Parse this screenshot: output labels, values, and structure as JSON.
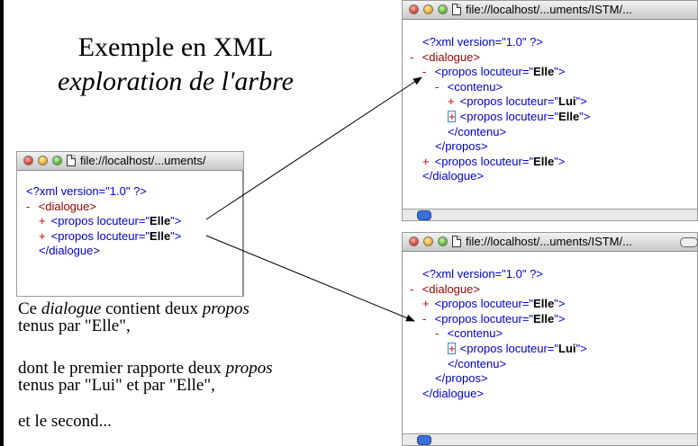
{
  "title": {
    "line1": "Exemple en XML",
    "line2": "exploration de l'arbre"
  },
  "windows": {
    "small": {
      "url": "file://localhost/...uments/",
      "lines": [
        {
          "indent": 0,
          "kind": "pi",
          "text": "<?xml version=\"1.0\" ?>"
        },
        {
          "indent": 0,
          "kind": "open",
          "toggle": "-",
          "text": "<dialogue>"
        },
        {
          "indent": 1,
          "kind": "tag",
          "toggle": "+",
          "pre": "<propos locuteur=\"",
          "val": "Elle",
          "post": "\">"
        },
        {
          "indent": 1,
          "kind": "tag",
          "toggle": "+",
          "pre": "<propos locuteur=\"",
          "val": "Elle",
          "post": "\">"
        },
        {
          "indent": 1,
          "kind": "close",
          "text": "</dialogue>"
        }
      ]
    },
    "top": {
      "url": "file://localhost/...uments/ISTM/...",
      "lines": [
        {
          "indent": 1,
          "kind": "pi",
          "text": "<?xml version=\"1.0\" ?>"
        },
        {
          "indent": 0,
          "kind": "open",
          "toggle": "-",
          "text": "<dialogue>"
        },
        {
          "indent": 1,
          "kind": "tag",
          "toggle": "-",
          "pre": "<propos locuteur=\"",
          "val": "Elle",
          "post": "\">"
        },
        {
          "indent": 2,
          "kind": "open",
          "toggle": "-",
          "text": "<contenu>"
        },
        {
          "indent": 3,
          "kind": "tag",
          "toggle": "+",
          "pre": "<propos locuteur=\"",
          "val": "Lui",
          "post": "\">"
        },
        {
          "indent": 3,
          "kind": "tag",
          "toggle": "+box",
          "pre": "<propos locuteur=\"",
          "val": "Elle",
          "post": "\">"
        },
        {
          "indent": 3,
          "kind": "close",
          "text": "</contenu>"
        },
        {
          "indent": 2,
          "kind": "close",
          "text": "</propos>"
        },
        {
          "indent": 1,
          "kind": "tag",
          "toggle": "+",
          "pre": "<propos locuteur=\"",
          "val": "Elle",
          "post": "\">"
        },
        {
          "indent": 1,
          "kind": "close",
          "text": "</dialogue>"
        }
      ]
    },
    "bottom": {
      "url": "file://localhost/...uments/ISTM/...",
      "lines": [
        {
          "indent": 1,
          "kind": "pi",
          "text": "<?xml version=\"1.0\" ?>"
        },
        {
          "indent": 0,
          "kind": "open",
          "toggle": "-",
          "text": "<dialogue>"
        },
        {
          "indent": 1,
          "kind": "tag",
          "toggle": "+",
          "pre": "<propos locuteur=\"",
          "val": "Elle",
          "post": "\">"
        },
        {
          "indent": 1,
          "kind": "tag",
          "toggle": "-",
          "pre": "<propos locuteur=\"",
          "val": "Elle",
          "post": "\">"
        },
        {
          "indent": 2,
          "kind": "open",
          "toggle": "-",
          "text": "<contenu>"
        },
        {
          "indent": 3,
          "kind": "tag",
          "toggle": "+box",
          "pre": "<propos locuteur=\"",
          "val": "Lui",
          "post": "\">"
        },
        {
          "indent": 3,
          "kind": "close",
          "text": "</contenu>"
        },
        {
          "indent": 2,
          "kind": "close",
          "text": "</propos>"
        },
        {
          "indent": 1,
          "kind": "close",
          "text": "</dialogue>"
        }
      ]
    }
  },
  "caption": {
    "p1": {
      "a": "Ce ",
      "b": "dialogue",
      "c": " contient deux ",
      "d": "propos",
      "e": "tenus par \"Elle\","
    },
    "p2": {
      "a": "dont le premier rapporte deux ",
      "b": "propos",
      "c": "tenus par \"Lui\" et par \"Elle\","
    },
    "p3": "et le second..."
  }
}
